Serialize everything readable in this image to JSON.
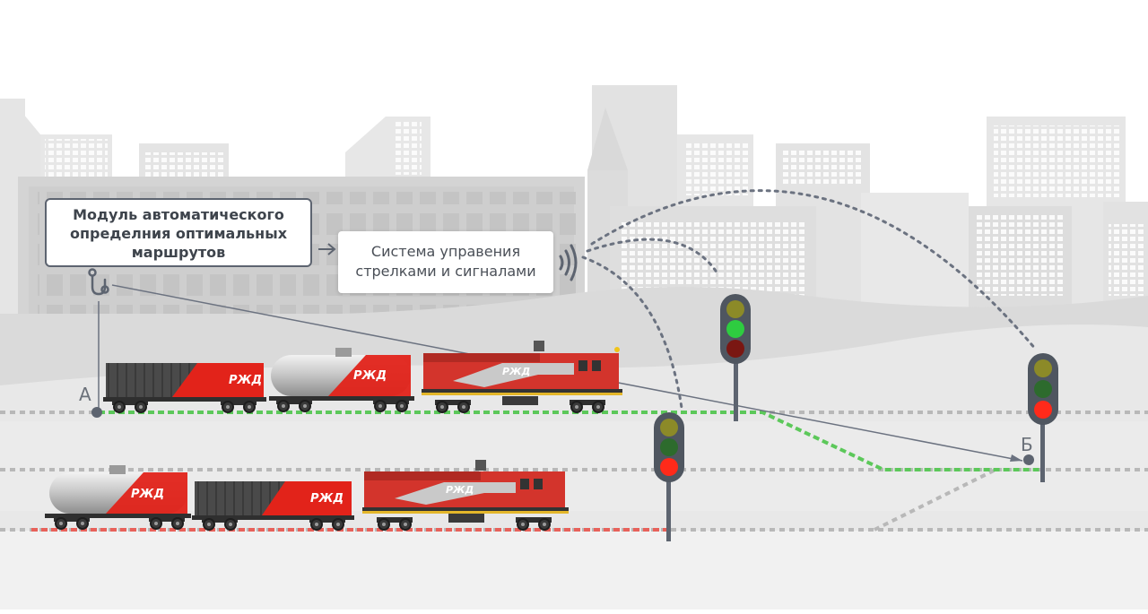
{
  "module_box": {
    "line1": "Модуль автоматического",
    "line2": "определния оптимальных",
    "line3": "маршрутов"
  },
  "system_box": {
    "line1": "Система управения",
    "line2": "стрелками и сигналами"
  },
  "points": {
    "start": "А",
    "end": "Б"
  },
  "logo_text": "РЖД",
  "signals": [
    {
      "name": "signal-upper",
      "lit": "green"
    },
    {
      "name": "signal-lower-left",
      "lit": "red"
    },
    {
      "name": "signal-right",
      "lit": "red"
    }
  ],
  "colors": {
    "route_ok": "#5cc85a",
    "route_blocked": "#e8615a",
    "brand_red": "#e2231a",
    "signal_green": "#2ecc40",
    "signal_red": "#ff2a1a",
    "signal_yellow_off": "#8c8a28",
    "signal_green_off": "#2d6b2d",
    "signal_red_off": "#7a1712"
  }
}
